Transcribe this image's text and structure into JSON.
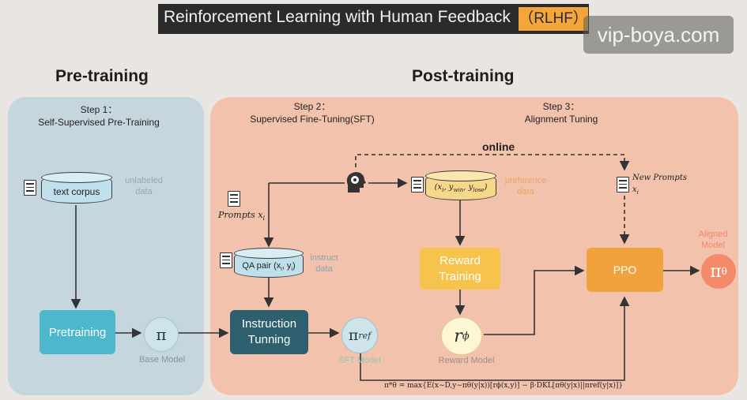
{
  "header": {
    "title": "Reinforcement Learning with Human Feedback",
    "tag": "（RLHF）"
  },
  "watermark": "vip-boya.com",
  "sections": {
    "pre": "Pre-training",
    "post": "Post-training"
  },
  "step1": {
    "line1": "Step 1：",
    "line2": "Self-Supervised Pre-Training"
  },
  "step2": {
    "line1": "Step 2：",
    "line2": "Supervised Fine-Tuning(SFT)"
  },
  "step3": {
    "line1": "Step 3：",
    "line2": "Alignment Tuning"
  },
  "nodes": {
    "text_corpus": "text corpus",
    "unlabeled": "unlabeled data",
    "pretraining": "Pretraining",
    "pi": "π",
    "base_model": "Base Model",
    "prompts": "Prompts x",
    "prompts_sub": "i",
    "qa_pair": "QA pair (x",
    "qa_pair_tail": ", y",
    "qa_pair_end": ")",
    "instruct_data": "instruct data",
    "instruction_tuning": "Instruction Tunning",
    "pi_ref": "π",
    "pi_ref_sub": "ref",
    "sft_model": "SFT Model",
    "online": "online",
    "pref_tuple": "(x",
    "pref_win": ", y",
    "pref_lose": ", y",
    "pref_data": "preference data",
    "reward_training": "Reward Training",
    "r_phi": "r",
    "r_phi_sub": "ϕ",
    "reward_model": "Reward Model",
    "new_prompts": "New Prompts x",
    "new_prompts_sub": "i",
    "ppo": "PPO",
    "aligned_model": "Aligned Model",
    "pi_theta": "π",
    "pi_theta_sub": "θ"
  },
  "formula": "π*θ = max{E(x∼D,y∼πθ(y|x))[rϕ(x,y)] − β·DKL[πθ(y|x)||πref(y|x)]}",
  "formula_max_sub": "πθ",
  "colors": {
    "pretraining": "#4db7cc",
    "instruction": "#2d5f6e",
    "reward": "#f6c34d",
    "ppo": "#f0a33c",
    "pi_theta": "#f38b6a"
  },
  "icons": [
    "document-icon",
    "database-icon",
    "human-feedback-icon"
  ]
}
